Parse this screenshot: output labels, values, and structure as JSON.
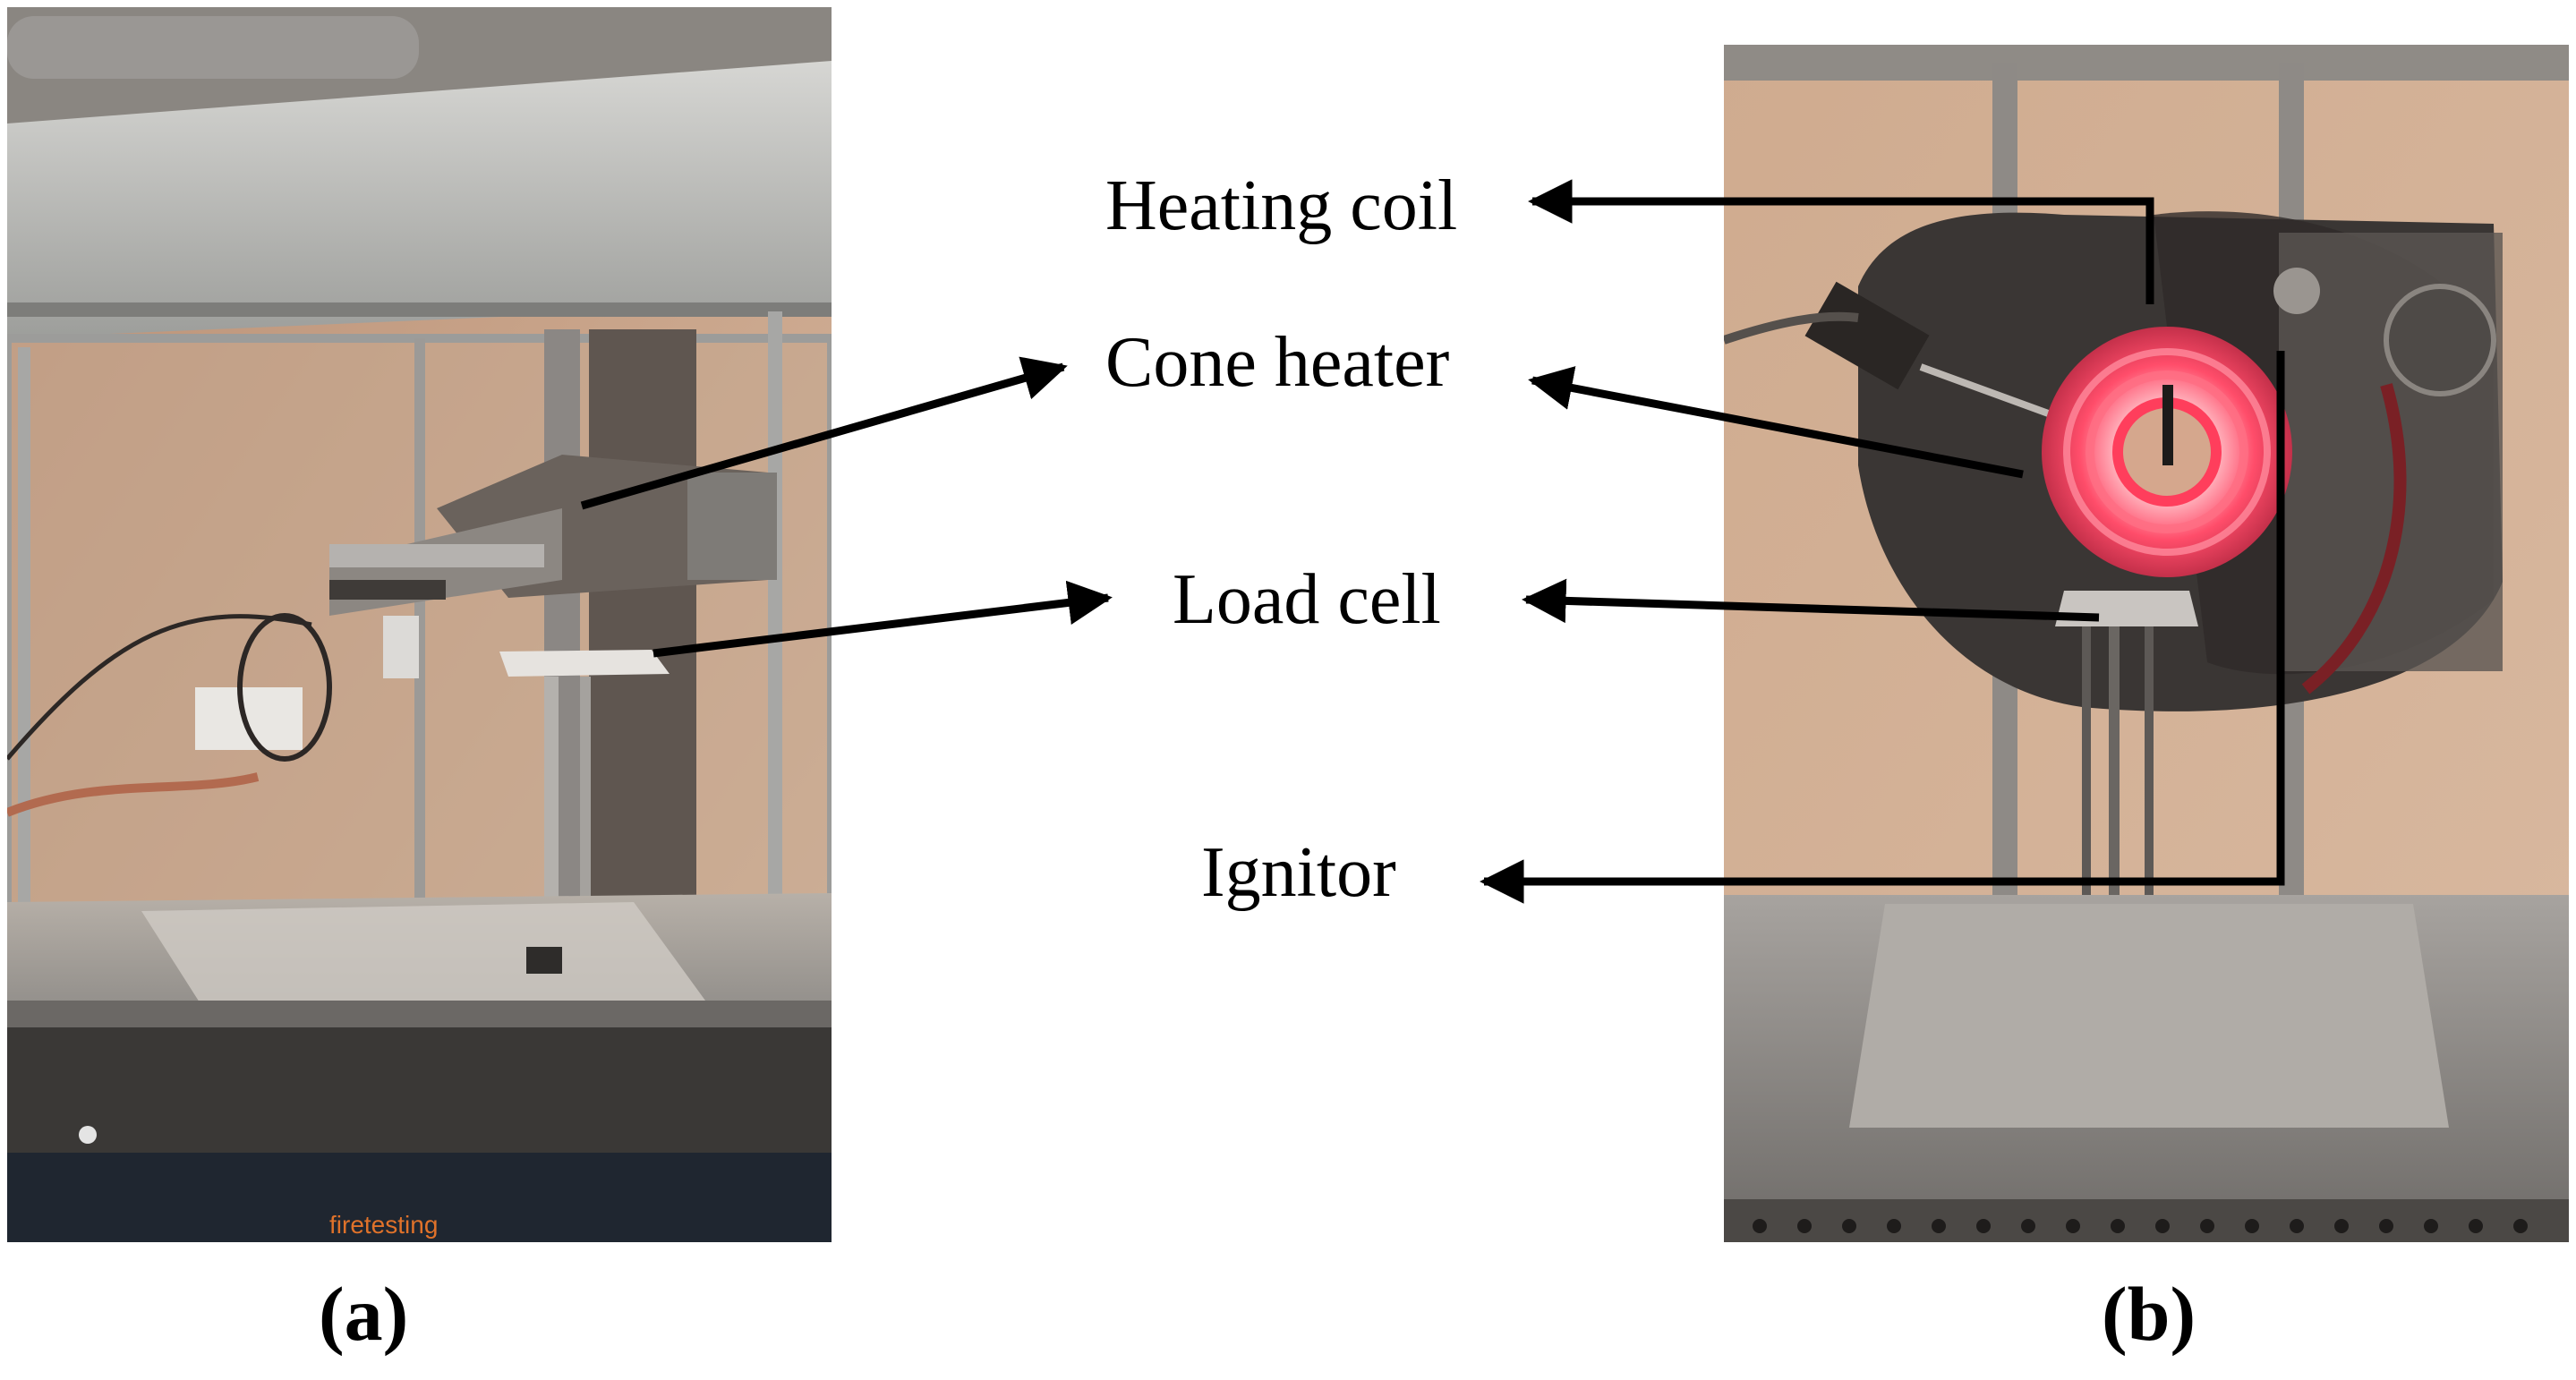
{
  "figure": {
    "labels": {
      "heating_coil": "Heating coil",
      "cone_heater": "Cone heater",
      "load_cell": "Load cell",
      "ignitor": "Ignitor"
    },
    "captions": {
      "a": "(a)",
      "b": "(b)"
    },
    "panel_a_brand": "firetesting",
    "colors": {
      "arrow": "#000000",
      "coil_glow": "#ff4d6a",
      "hood": "#b9b9b6",
      "wall": "#c9a48a"
    }
  }
}
